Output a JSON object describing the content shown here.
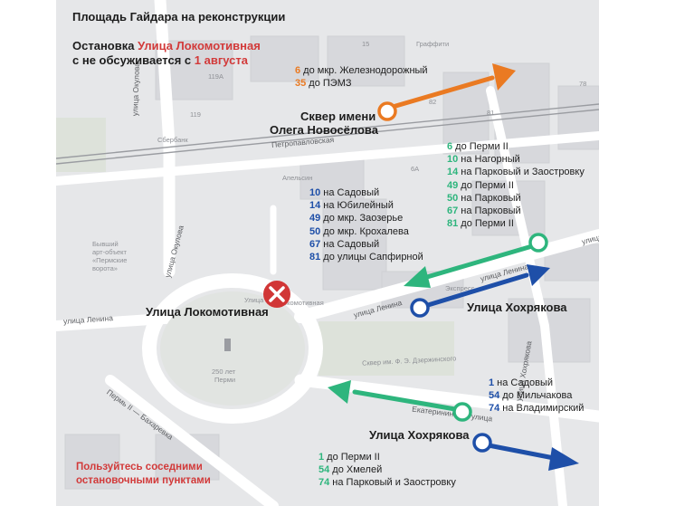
{
  "header": {
    "title": "Площадь Гайдара на реконструкции",
    "notice_prefix": "Остановка ",
    "notice_stop": "Улица Локомотивная",
    "notice_line2_prefix": "с не обсуживается с ",
    "notice_date": "1 августа"
  },
  "colors": {
    "orange": "#ea7a22",
    "green": "#2eb57d",
    "blue": "#1e4fa8",
    "red": "#d23a3a",
    "closed_marker": "#d13636"
  },
  "stops": {
    "skver": {
      "name_line1": "Сквер имени",
      "name_line2": "Олега Новосёлова",
      "routes_before": [
        {
          "num": "6",
          "text": " до мкр. Железнодорожный"
        },
        {
          "num": "35",
          "text": " до ПЭМЗ"
        }
      ],
      "routes_after": [
        {
          "num": "6",
          "text": " до Перми II"
        },
        {
          "num": "10",
          "text": " на Нагорный"
        },
        {
          "num": "14",
          "text": " на Парковый и Заостровку"
        },
        {
          "num": "49",
          "text": " до Перми II"
        },
        {
          "num": "50",
          "text": " на Парковый"
        },
        {
          "num": "67",
          "text": " на Парковый"
        },
        {
          "num": "81",
          "text": " до Перми II"
        }
      ]
    },
    "lokomotivnaya": {
      "name": "Улица Локомотивная",
      "status": "closed",
      "routes": [
        {
          "num": "10",
          "text": " на Садовый"
        },
        {
          "num": "14",
          "text": " на Юбилейный"
        },
        {
          "num": "49",
          "text": " до мкр. Заозерье"
        },
        {
          "num": "50",
          "text": " до мкр. Крохалева"
        },
        {
          "num": "67",
          "text": " на Садовый"
        },
        {
          "num": "81",
          "text": " до улицы Сапфирной"
        }
      ]
    },
    "khokhryakova_upper": {
      "name": "Улица Хохрякова"
    },
    "khokhryakova_lower": {
      "name": "Улица Хохрякова",
      "routes_right": [
        {
          "num": "1",
          "text": " на Садовый"
        },
        {
          "num": "54",
          "text": " до Мильчакова"
        },
        {
          "num": "74",
          "text": " на Владимирский"
        }
      ],
      "routes_bottom": [
        {
          "num": "1",
          "text": " до Перми II"
        },
        {
          "num": "54",
          "text": " до Хмелей"
        },
        {
          "num": "74",
          "text": " на Парковый и Заостровку"
        }
      ]
    }
  },
  "footer": {
    "line1": "Пользуйтесь соседними",
    "line2": "остановочными пунктами"
  },
  "map_labels": {
    "house_15": "15",
    "graffiti": "Граффити",
    "house_119a": "119А",
    "house_119": "119",
    "sberbank": "Сбербанк",
    "petropavlovskaya": "Петропавловская",
    "house_82": "82",
    "house_78": "78",
    "house_81": "81",
    "house_6a": "6А",
    "apelsin": "Апельсин",
    "okulova1": "улица Окулова",
    "okulova2": "улица Окулова",
    "lenina1": "улица Ленина",
    "lenina2": "улица Ленина",
    "lenina3": "улица Ленина",
    "ekaterininskaya": "Екатерининская улица",
    "khokhryakova_street": "улица Хохрякова",
    "skver_dzerzhinskogo": "Сквер им. Ф. Э. Дзержинского",
    "former_object1": "Бывший",
    "former_object2": "арт-объект",
    "former_object3": "«Пермские",
    "former_object4": "ворота»",
    "perm_250_1": "250 лет",
    "perm_250_2": "Перми",
    "perm2_street": "Пермь II — Бахаревка",
    "ulitsa_stop": "Улица",
    "lokomotivnaya_stop_small": "Локомотивная",
    "ekspress": "Экспресс"
  }
}
